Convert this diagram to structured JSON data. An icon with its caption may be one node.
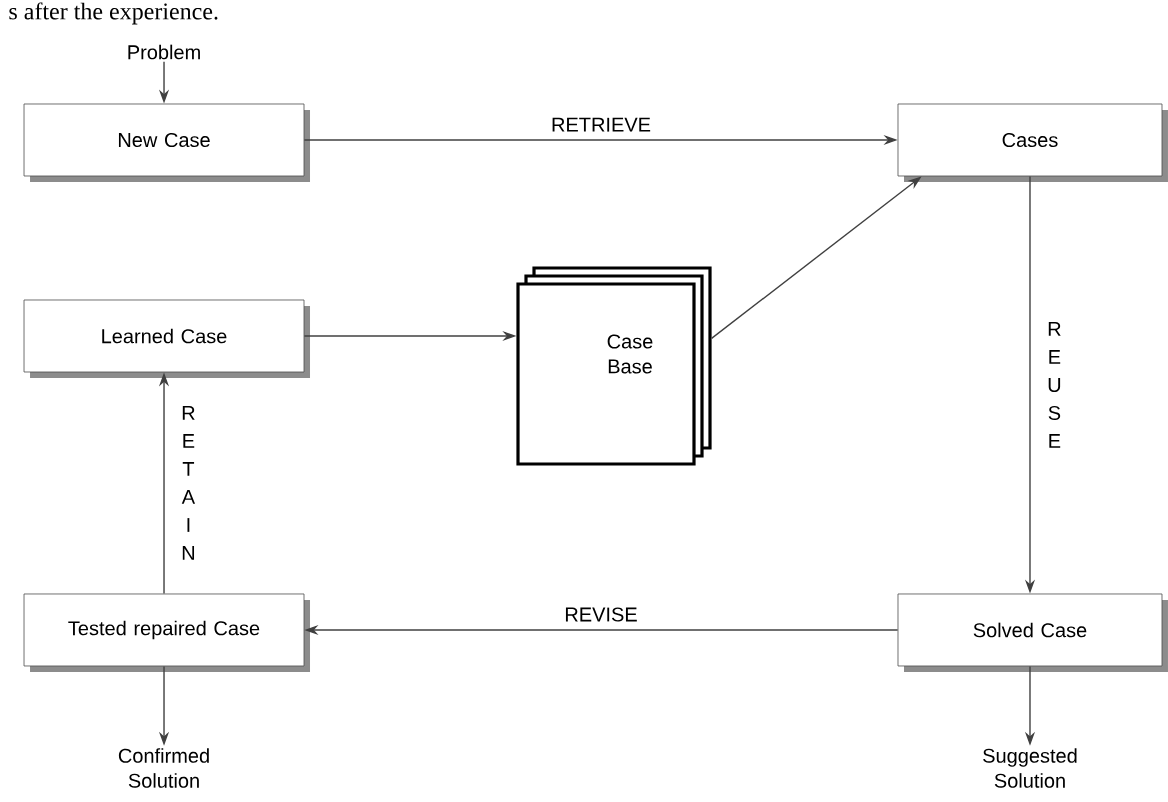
{
  "diagram": {
    "nodes": [
      {
        "text": [
          "Problem"
        ]
      },
      {
        "text": [
          "New Case"
        ]
      },
      {
        "text": [
          "Cases"
        ]
      },
      {
        "text": [
          "Learned Case"
        ]
      },
      {
        "text": [
          "Case Base"
        ]
      },
      {
        "text": [
          "Tested repaired Case"
        ]
      },
      {
        "text": [
          "Solved Case"
        ]
      },
      {
        "text": [
          "Confirmed Solution"
        ]
      },
      {
        "text": [
          "Suggested Solution"
        ]
      }
    ],
    "edges": [
      {
        "from": 0,
        "to": 1,
        "arrow": "to"
      },
      {
        "from": 1,
        "to": 2,
        "arrow": "to",
        "label": "RETRIEVE"
      },
      {
        "from": 4,
        "to": 2,
        "arrow": "to"
      },
      {
        "from": 3,
        "to": 4,
        "arrow": "to"
      },
      {
        "from": 2,
        "to": 6,
        "arrow": "to",
        "label": "REUSE"
      },
      {
        "from": 6,
        "to": 5,
        "arrow": "to",
        "label": "REVISE"
      },
      {
        "from": 5,
        "to": 3,
        "arrow": "to",
        "label": "RETAIN"
      },
      {
        "from": 5,
        "to": 7,
        "arrow": "to"
      },
      {
        "from": 6,
        "to": 8,
        "arrow": "to"
      }
    ],
    "labels": [
      "s after the experience."
    ]
  }
}
